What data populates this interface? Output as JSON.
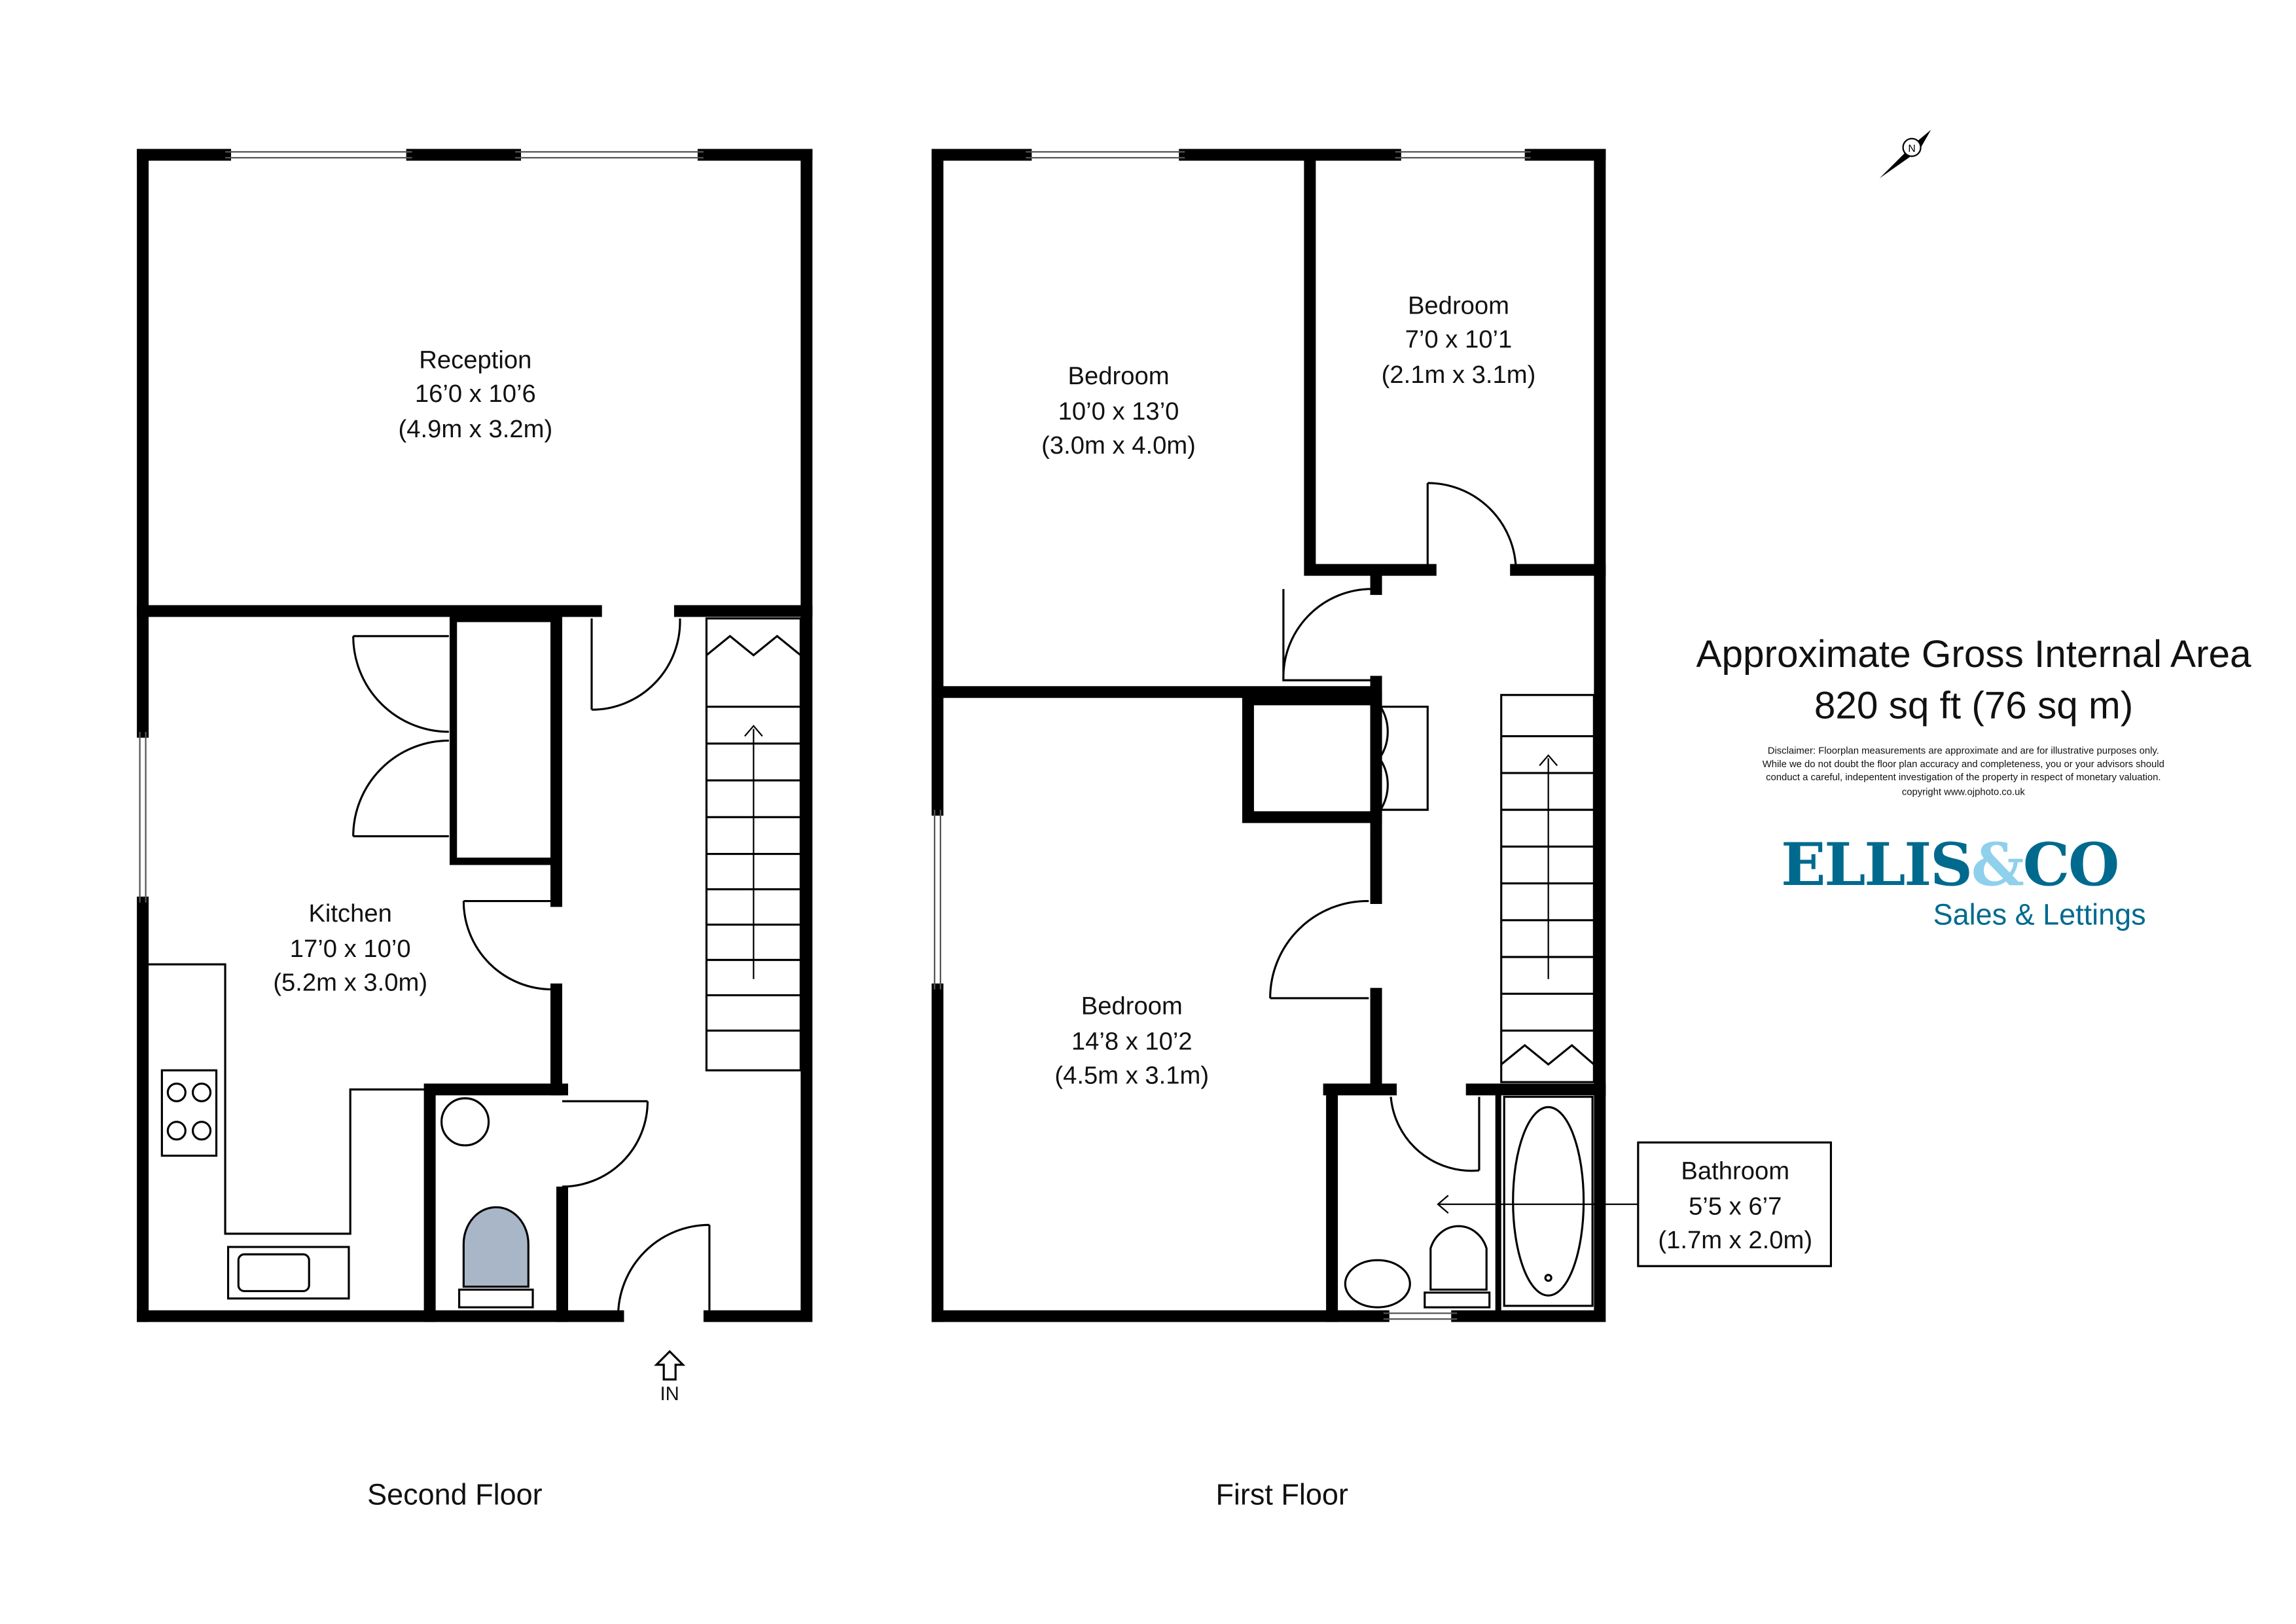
{
  "second_floor": {
    "title": "Second Floor",
    "rooms": [
      {
        "name": "Reception",
        "imperial": "16’0 x 10’6",
        "metric": "(4.9m x 3.2m)"
      },
      {
        "name": "Kitchen",
        "imperial": "17’0 x 10’0",
        "metric": "(5.2m x 3.0m)"
      }
    ],
    "entrance_label": "IN"
  },
  "first_floor": {
    "title": "First Floor",
    "rooms": [
      {
        "name": "Bedroom",
        "imperial": "10’0 x 13’0",
        "metric": "(3.0m x 4.0m)"
      },
      {
        "name": "Bedroom",
        "imperial": "7’0 x 10’1",
        "metric": "(2.1m x 3.1m)"
      },
      {
        "name": "Bedroom",
        "imperial": "14’8 x 10’2",
        "metric": "(4.5m x 3.1m)"
      },
      {
        "name": "Bathroom",
        "imperial": "5’5 x 6’7",
        "metric": "(1.7m x 2.0m)"
      }
    ]
  },
  "area": {
    "title": "Approximate Gross Internal Area",
    "value": "820 sq ft (76 sq m)"
  },
  "disclaimer": [
    "Disclaimer: Floorplan measurements are approximate and are for illustrative purposes only.",
    "While we do not doubt the floor plan accuracy and completeness, you or your advisors should",
    "conduct a careful, indepentent investigation of the property in respect of monetary valuation.",
    "copyright www.ojphoto.co.uk"
  ],
  "logo": {
    "brand_part1": "ELLIS",
    "brand_amp": "&",
    "brand_part2": "CO",
    "tagline": "Sales & Lettings",
    "color_dark": "#006a8e",
    "color_light": "#8fd0ec"
  },
  "compass": {
    "icon": "north-arrow-icon",
    "label": "N"
  }
}
